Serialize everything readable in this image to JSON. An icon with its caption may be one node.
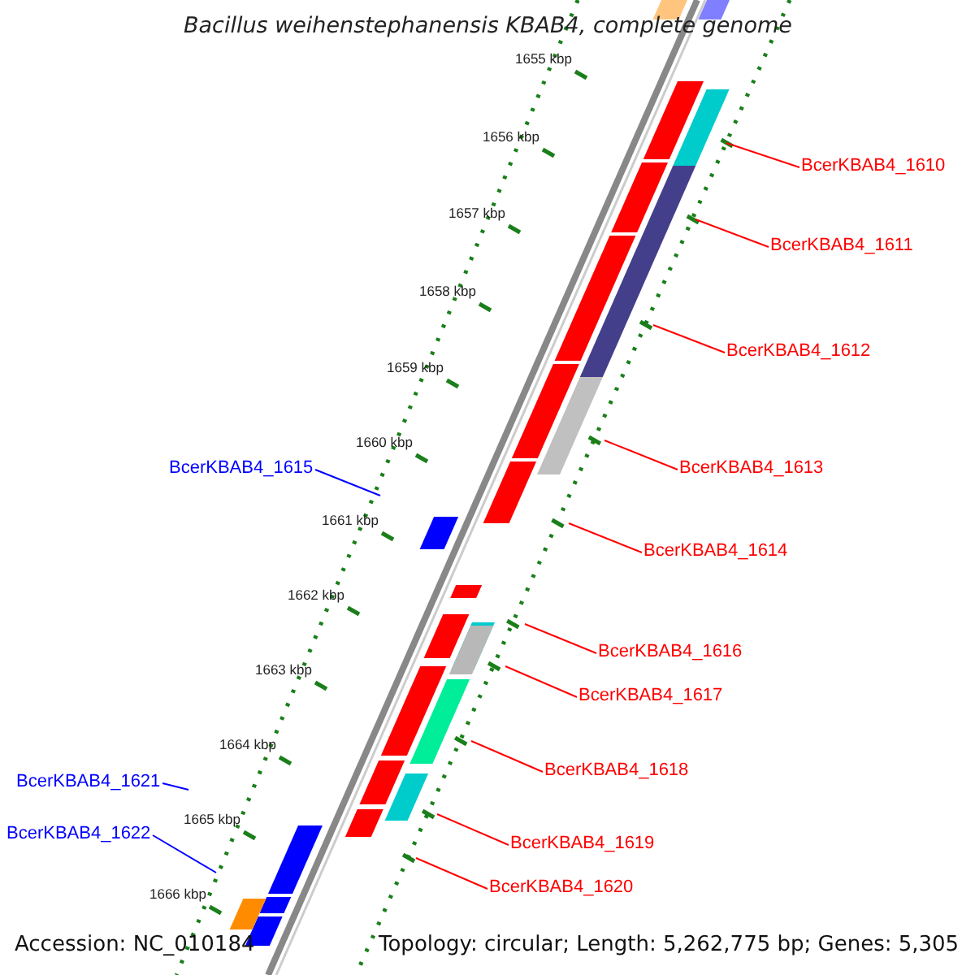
{
  "diagram": {
    "title": "Bacillus weihenstephanensis KBAB4, complete genome",
    "nodes": [
      {
        "text": [
          "BcerKBAB4_1610"
        ]
      },
      {
        "text": [
          "BcerKBAB4_1611"
        ]
      },
      {
        "text": [
          "BcerKBAB4_1612"
        ]
      },
      {
        "text": [
          "BcerKBAB4_1615"
        ]
      },
      {
        "text": [
          "BcerKBAB4_1613"
        ]
      },
      {
        "text": [
          "BcerKBAB4_1614"
        ]
      },
      {
        "text": [
          "BcerKBAB4_1616"
        ]
      },
      {
        "text": [
          "BcerKBAB4_1617"
        ]
      },
      {
        "text": [
          "BcerKBAB4_1618"
        ]
      },
      {
        "text": [
          "BcerKBAB4_1621"
        ]
      },
      {
        "text": [
          "BcerKBAB4_1622"
        ]
      },
      {
        "text": [
          "BcerKBAB4_1619"
        ]
      },
      {
        "text": [
          "BcerKBAB4_1620"
        ]
      }
    ],
    "edges": [
      {
        "from": 0,
        "to": null,
        "arrow": "none"
      },
      {
        "from": 1,
        "to": null,
        "arrow": "none"
      },
      {
        "from": 2,
        "to": null,
        "arrow": "none"
      },
      {
        "from": 3,
        "to": null,
        "arrow": "none",
        "color": "#0000ff"
      },
      {
        "from": 4,
        "to": null,
        "arrow": "none"
      },
      {
        "from": 5,
        "to": null,
        "arrow": "none"
      },
      {
        "from": 6,
        "to": null,
        "arrow": "none"
      },
      {
        "from": 7,
        "to": null,
        "arrow": "none"
      },
      {
        "from": 8,
        "to": null,
        "arrow": "none"
      },
      {
        "from": 9,
        "to": null,
        "arrow": "none",
        "color": "#0000ff"
      },
      {
        "from": 10,
        "to": null,
        "arrow": "none",
        "color": "#0000ff"
      },
      {
        "from": 11,
        "to": null,
        "arrow": "none"
      },
      {
        "from": 12,
        "to": null,
        "arrow": "none"
      }
    ],
    "labels": [
      "1655 kbp",
      "1656 kbp",
      "1657 kbp",
      "1658 kbp",
      "1659 kbp",
      "1660 kbp",
      "1661 kbp",
      "1662 kbp",
      "1663 kbp",
      "1664 kbp",
      "1665 kbp",
      "1666 kbp",
      "Accession: NC_010184",
      "Topology: circular; Length: 5,262,775 bp; Genes: 5,305"
    ]
  }
}
